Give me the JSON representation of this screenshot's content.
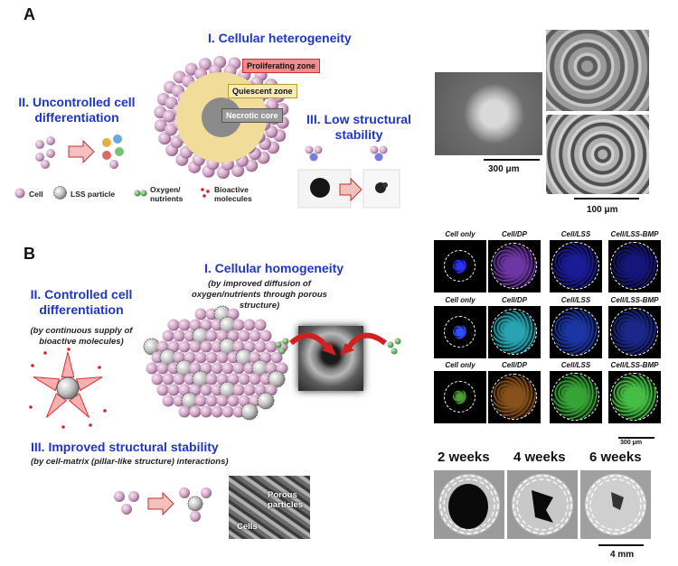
{
  "panel_a": {
    "letter": "A",
    "cellular_heterogeneity": "I. Cellular heterogeneity",
    "uncontrolled_diff": "II. Uncontrolled cell differentiation",
    "low_stability": "III. Low structural stability",
    "zones": {
      "proliferating": "Proliferating zone",
      "quiescent": "Quiescent zone",
      "necrotic": "Necrotic core"
    },
    "legend": {
      "cell": "Cell",
      "lss": "LSS particle",
      "oxygen": "Oxygen/ nutrients",
      "bioactive": "Bioactive molecules"
    },
    "scale_300": "300 μm",
    "scale_100": "100 μm"
  },
  "panel_b": {
    "letter": "B",
    "cellular_homogeneity": "I. Cellular homogeneity",
    "homogeneity_sub": "(by improved diffusion of oxygen/nutrients through porous structure)",
    "controlled_diff": "II. Controlled cell differentiation",
    "controlled_sub": "(by continuous supply of bioactive molecules)",
    "improved_stability": "III. Improved structural stability",
    "stability_sub": "(by cell-matrix (pillar-like structure) interactions)",
    "porous_particles": "Porous particles",
    "cells": "Cells"
  },
  "fluorescence": {
    "headers": [
      "Cell only",
      "Cell/DP",
      "Cell/LSS",
      "Cell/LSS-BMP"
    ],
    "scale": "300 μm",
    "rows": [
      "blue",
      "cyan",
      "green"
    ]
  },
  "microct": {
    "weeks": [
      "2 weeks",
      "4 weeks",
      "6 weeks"
    ],
    "scale": "4 mm"
  },
  "colors": {
    "title_blue": "#1f35c8",
    "cell_pink": "#d9b3d0",
    "quiescent_yellow": "#f2dc9a",
    "necrotic_gray": "#8a8a8a",
    "proliferating_red": "#e05050"
  }
}
